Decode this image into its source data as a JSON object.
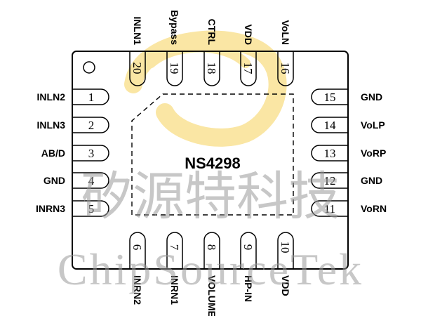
{
  "chip": {
    "label": "NS4298"
  },
  "watermark": {
    "cn": "矽源特科技",
    "en": "ChipSourceTek"
  },
  "colors": {
    "logo_yellow": "#f6d25a",
    "outline": "#000000",
    "watermark_gray": "#9a9a9a"
  },
  "pins": {
    "left": [
      {
        "num": "1",
        "name": "INLN2"
      },
      {
        "num": "2",
        "name": "INLN3"
      },
      {
        "num": "3",
        "name": "AB/D"
      },
      {
        "num": "4",
        "name": "GND"
      },
      {
        "num": "5",
        "name": "INRN3"
      }
    ],
    "right": [
      {
        "num": "15",
        "name": "GND"
      },
      {
        "num": "14",
        "name": "VoLP"
      },
      {
        "num": "13",
        "name": "VoRP"
      },
      {
        "num": "12",
        "name": "GND"
      },
      {
        "num": "11",
        "name": "VoRN"
      }
    ],
    "top": [
      {
        "num": "20",
        "name": "INLN1"
      },
      {
        "num": "19",
        "name": "Bypass"
      },
      {
        "num": "18",
        "name": "CTRL"
      },
      {
        "num": "17",
        "name": "VDD"
      },
      {
        "num": "16",
        "name": "VoLN"
      }
    ],
    "bottom": [
      {
        "num": "6",
        "name": "INRN2"
      },
      {
        "num": "7",
        "name": "INRN1"
      },
      {
        "num": "8",
        "name": "VOLUME"
      },
      {
        "num": "9",
        "name": "HP-IN"
      },
      {
        "num": "10",
        "name": "VDD"
      }
    ]
  }
}
